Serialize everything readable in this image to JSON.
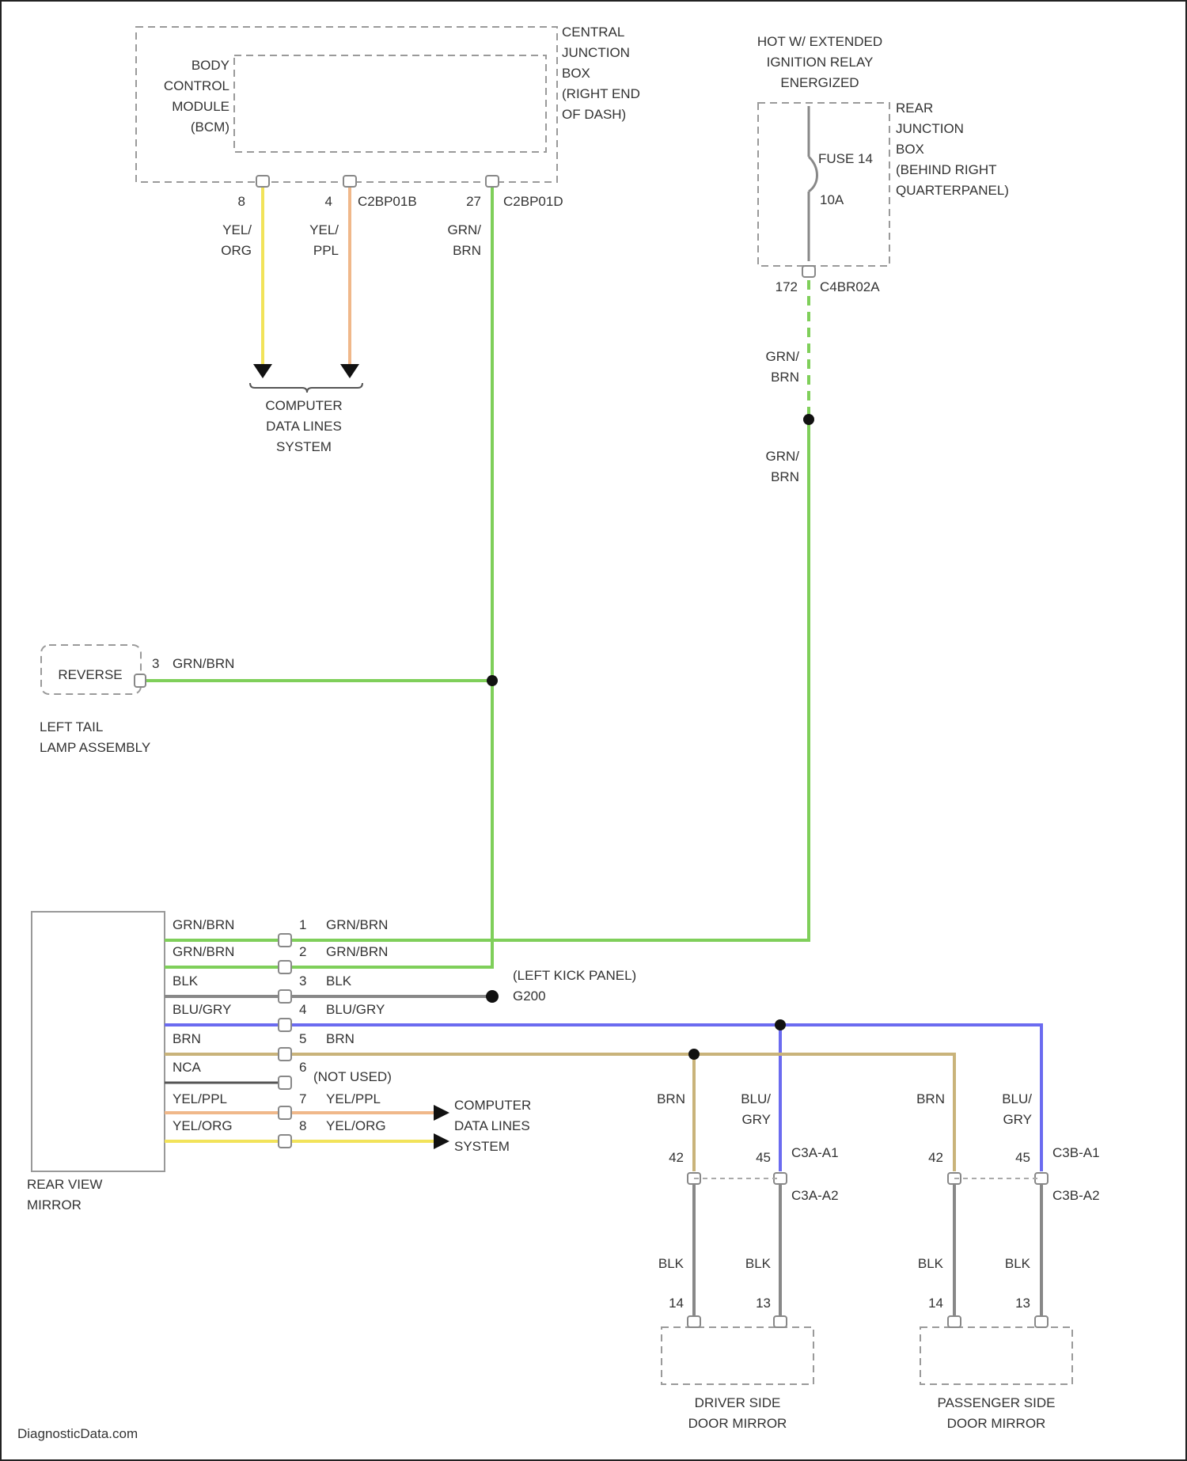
{
  "watermark": "DiagnosticData.com",
  "components": {
    "bcm": [
      "BODY",
      "CONTROL",
      "MODULE",
      "(BCM)"
    ],
    "cjb": [
      "CENTRAL",
      "JUNCTION",
      "BOX",
      "(RIGHT END",
      "OF DASH)"
    ],
    "relay": [
      "HOT W/ EXTENDED",
      "IGNITION RELAY",
      "ENERGIZED"
    ],
    "rjb": [
      "REAR",
      "JUNCTION",
      "BOX",
      "(BEHIND RIGHT",
      "QUARTERPANEL)"
    ],
    "fuse": "FUSE 14",
    "fuse_rating": "10A",
    "computer_data_top": [
      "COMPUTER",
      "DATA LINES",
      "SYSTEM"
    ],
    "reverse": "REVERSE",
    "left_tail": [
      "LEFT TAIL",
      "LAMP ASSEMBLY"
    ],
    "rear_mirror": [
      "REAR VIEW",
      "MIRROR"
    ],
    "kick_panel": [
      "(LEFT KICK PANEL)",
      "G200"
    ],
    "not_used": "(NOT USED)",
    "computer_data_bottom": [
      "COMPUTER",
      "DATA LINES",
      "SYSTEM"
    ],
    "driver_mirror": [
      "DRIVER SIDE",
      "DOOR MIRROR"
    ],
    "passenger_mirror": [
      "PASSENGER SIDE",
      "DOOR MIRROR"
    ]
  },
  "connectors": {
    "c1": "C2BP01B",
    "c2": "C2BP01D",
    "c3": "C4BR02A",
    "c4": "C3A-A1",
    "c5": "C3A-A2",
    "c6": "C3B-A1",
    "c7": "C3B-A2"
  },
  "pins": {
    "p8": "8",
    "p4": "4",
    "p27": "27",
    "p172": "172",
    "p3": "3",
    "dr42": "42",
    "dr45": "45",
    "dr14": "14",
    "dr13": "13",
    "ps42": "42",
    "ps45": "45",
    "ps14": "14",
    "ps13": "13"
  },
  "wires": {
    "yel_org": [
      "YEL/",
      "ORG"
    ],
    "yel_ppl": [
      "YEL/",
      "PPL"
    ],
    "grn_brn_top": [
      "GRN/",
      "BRN"
    ],
    "grn_brn_r1": [
      "GRN/",
      "BRN"
    ],
    "grn_brn_r2": [
      "GRN/",
      "BRN"
    ],
    "reverse_wire": "GRN/BRN",
    "d_brn": "BRN",
    "d_blu": [
      "BLU/",
      "GRY"
    ],
    "p_brn": "BRN",
    "p_blu": [
      "BLU/",
      "GRY"
    ],
    "d_blk1": "BLK",
    "d_blk2": "BLK",
    "p_blk1": "BLK",
    "p_blk2": "BLK"
  },
  "mirror_connector": {
    "rows": [
      {
        "left": "GRN/BRN",
        "pin": "1",
        "right": "GRN/BRN"
      },
      {
        "left": "GRN/BRN",
        "pin": "2",
        "right": "GRN/BRN"
      },
      {
        "left": "BLK",
        "pin": "3",
        "right": "BLK"
      },
      {
        "left": "BLU/GRY",
        "pin": "4",
        "right": "BLU/GRY"
      },
      {
        "left": "BRN",
        "pin": "5",
        "right": "BRN"
      },
      {
        "left": "NCA",
        "pin": "6",
        "right": ""
      },
      {
        "left": "",
        "pin": "",
        "right": ""
      },
      {
        "left": "YEL/PPL",
        "pin": "7",
        "right": "YEL/PPL"
      },
      {
        "left": "YEL/ORG",
        "pin": "8",
        "right": "YEL/ORG"
      }
    ]
  },
  "colors": {
    "yel_org": "#f2e35a",
    "yel_ppl": "#f0b88a",
    "grn_brn": "#7fcf5a",
    "blk": "#888888",
    "blu_gry": "#6b6bf0",
    "brn": "#c9b37a",
    "nca": "#555555"
  }
}
